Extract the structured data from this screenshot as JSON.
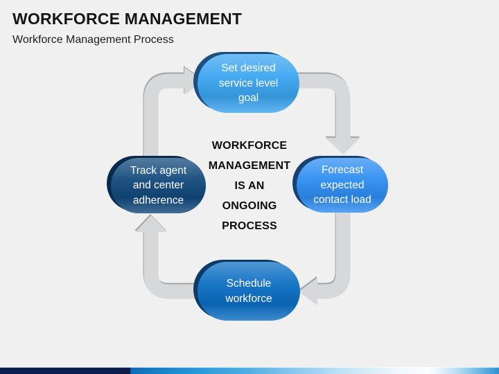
{
  "slide": {
    "title": "WORKFORCE MANAGEMENT",
    "subtitle": "Workforce Management Process"
  },
  "diagram": {
    "center_text": {
      "lines": [
        "WORKFORCE",
        "MANAGEMENT",
        "IS AN",
        "ONGOING",
        "PROCESS"
      ]
    },
    "steps": [
      {
        "position": "top",
        "label": "Set desired service level goal",
        "color": "#3ba5f1",
        "shadow_color": "#1e4e7f"
      },
      {
        "position": "right",
        "label": "Forecast expected contact load",
        "color": "#2e8df1",
        "shadow_color": "#174171"
      },
      {
        "position": "bottom",
        "label": "Schedule workforce",
        "color": "#0b6ec3",
        "shadow_color": "#0d3a66"
      },
      {
        "position": "left",
        "label": "Track agent and center adherence",
        "color": "#12497c",
        "shadow_color": "#0a2a4c"
      }
    ],
    "flow_direction": "clockwise",
    "arrow_color": "#d7d8d9"
  },
  "footer_bar": {
    "left_color": "#0a1e4c",
    "mid_color": "#2496d8",
    "light_color": "#fdfeff",
    "right_color": "#2f92d0"
  }
}
